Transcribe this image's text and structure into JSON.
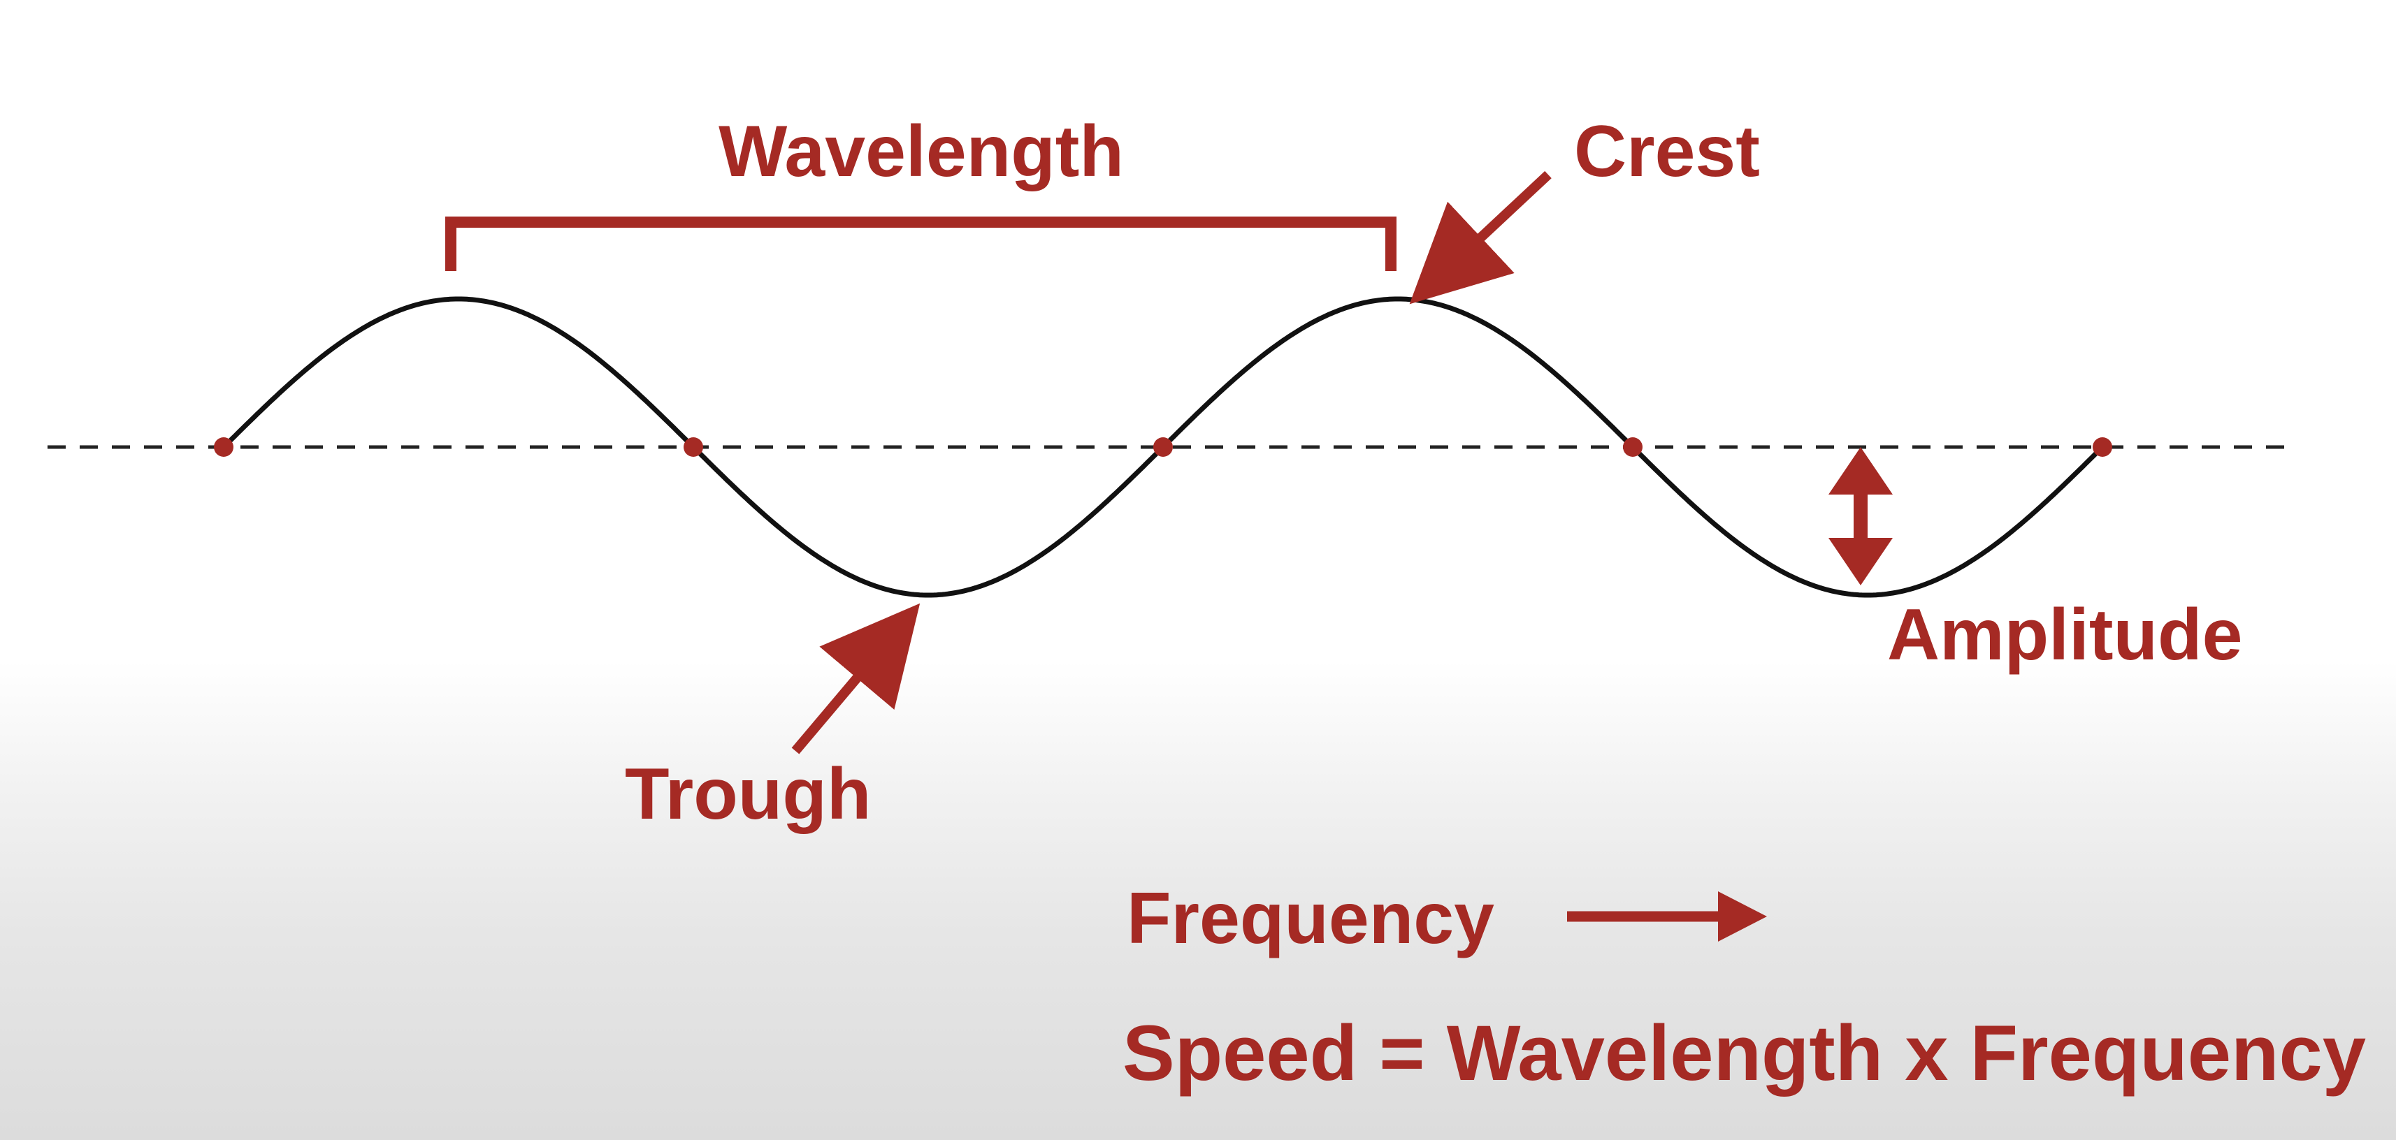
{
  "colors": {
    "accent": "#a52a24",
    "wave": "#111111",
    "baseline": "#222222"
  },
  "labels": {
    "wavelength": "Wavelength",
    "crest": "Crest",
    "trough": "Trough",
    "amplitude": "Amplitude",
    "frequency": "Frequency",
    "formula": "Speed = Wavelength x Frequency"
  },
  "icons": {
    "crest_arrow": "arrow-down-left-icon",
    "trough_arrow": "arrow-up-right-icon",
    "amplitude_arrow": "double-headed-vertical-arrow-icon",
    "frequency_arrow": "arrow-right-icon"
  }
}
